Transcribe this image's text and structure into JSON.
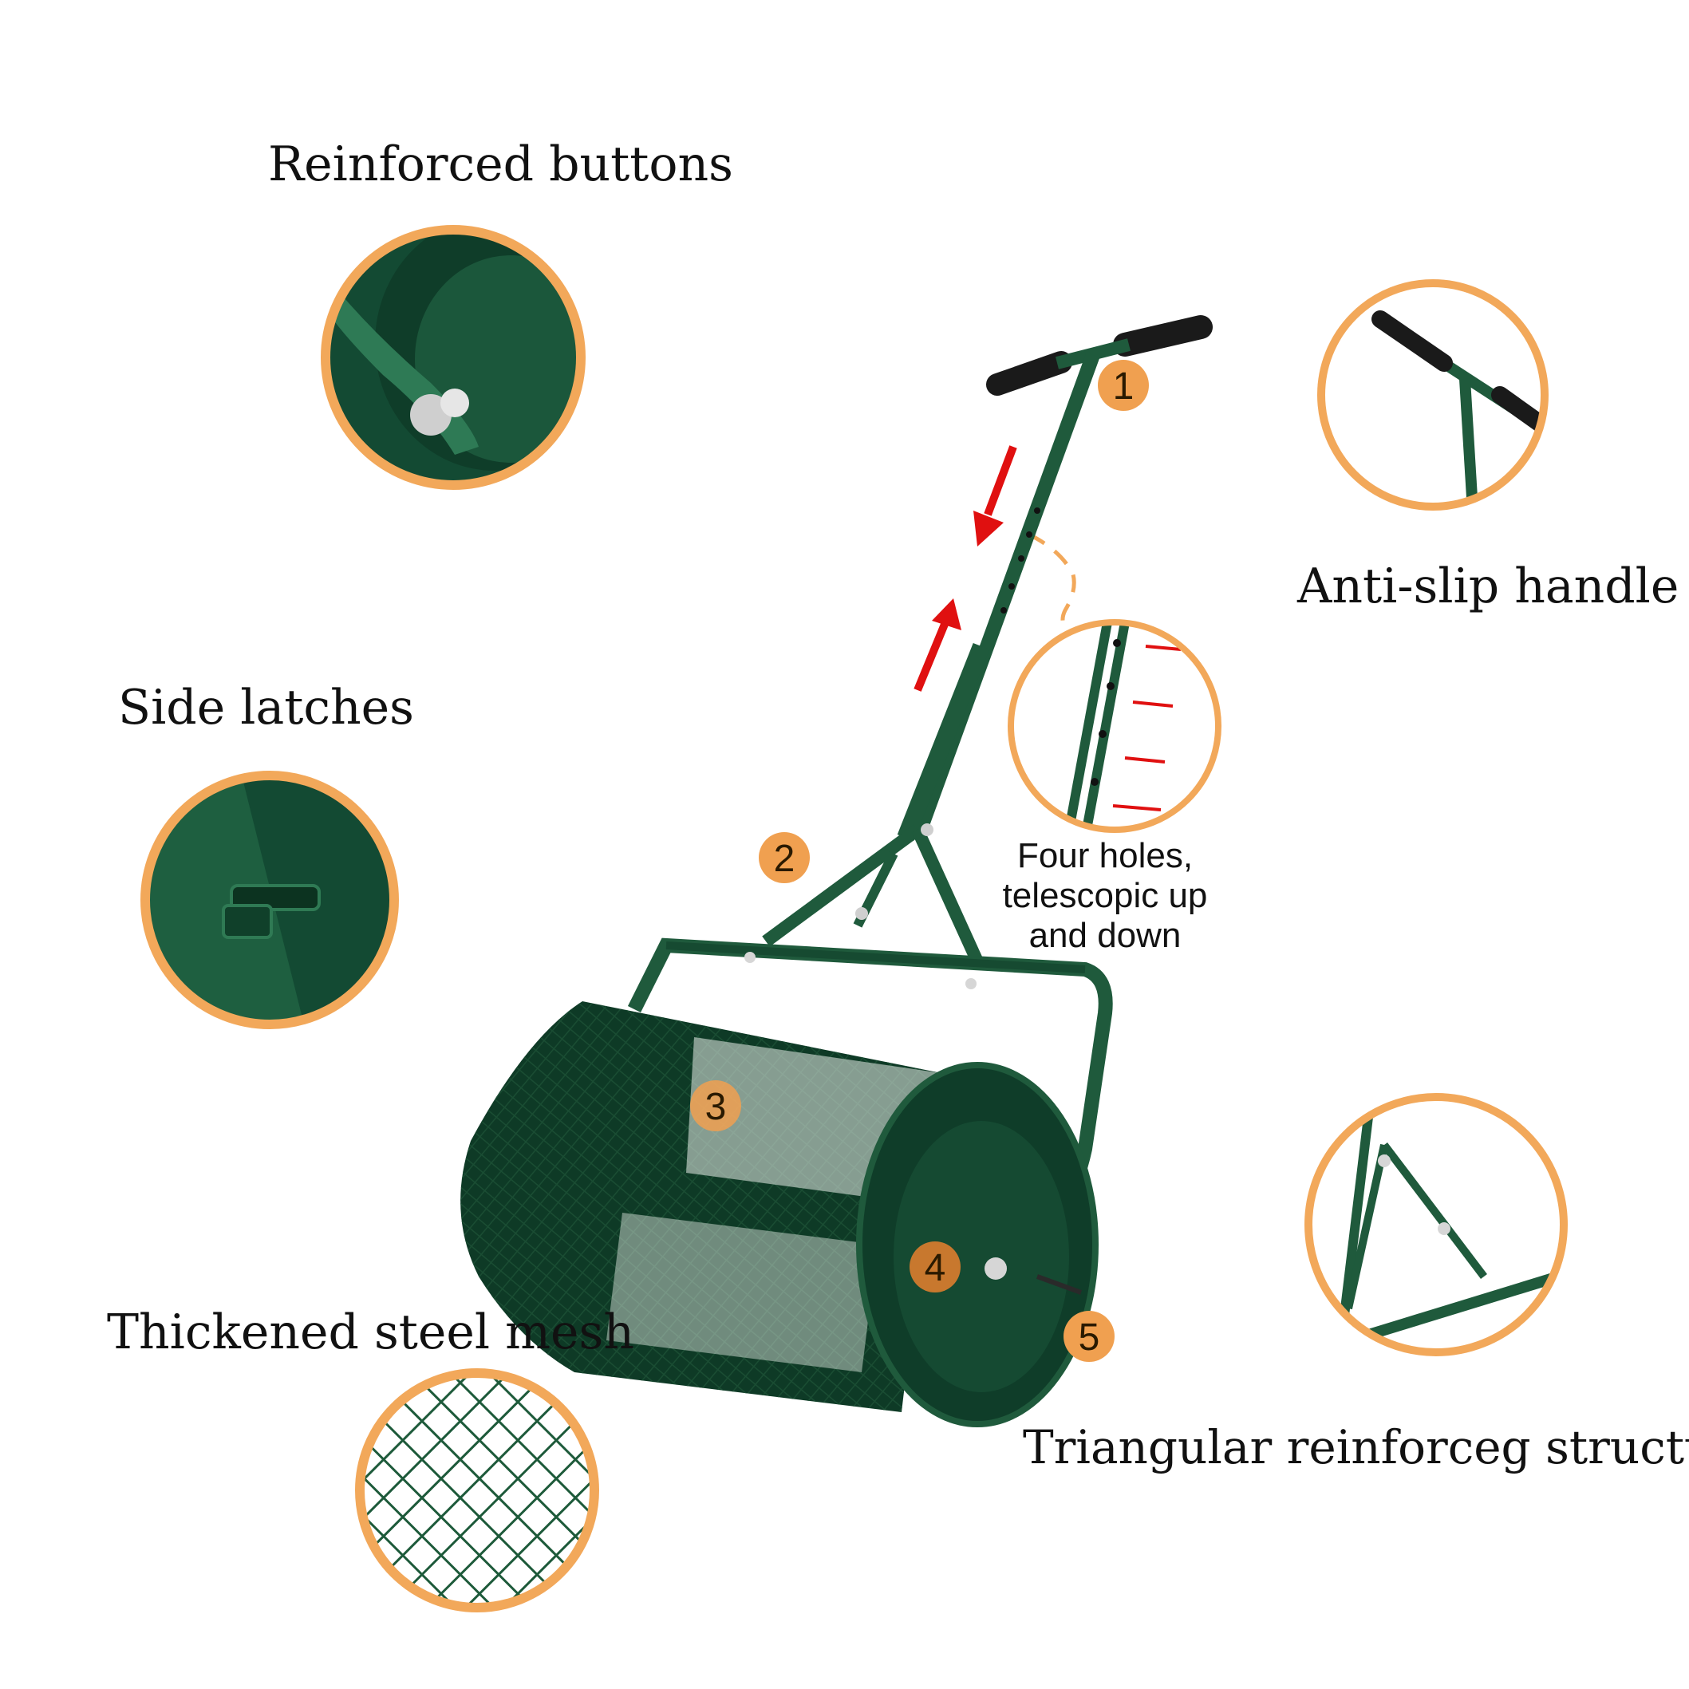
{
  "captions": {
    "reinforced_buttons": "Reinforced buttons",
    "anti_slip_handle": "Anti-slip handle",
    "side_latches": "Side latches",
    "thickened_steel_mesh": "Thickened steel mesh",
    "triangular_structure": "Triangular reinforceg structure"
  },
  "telescopic_note": {
    "line1": "Four holes,",
    "line2": "telescopic up",
    "line3": "and down"
  },
  "badges": [
    "1",
    "2",
    "3",
    "4",
    "5"
  ],
  "colors": {
    "product_green": "#1f5a3c",
    "dark_green": "#0f3a26",
    "ring_orange": "#f2a85a",
    "badge_orange": "#f0a050",
    "arrow_red": "#e01010"
  }
}
